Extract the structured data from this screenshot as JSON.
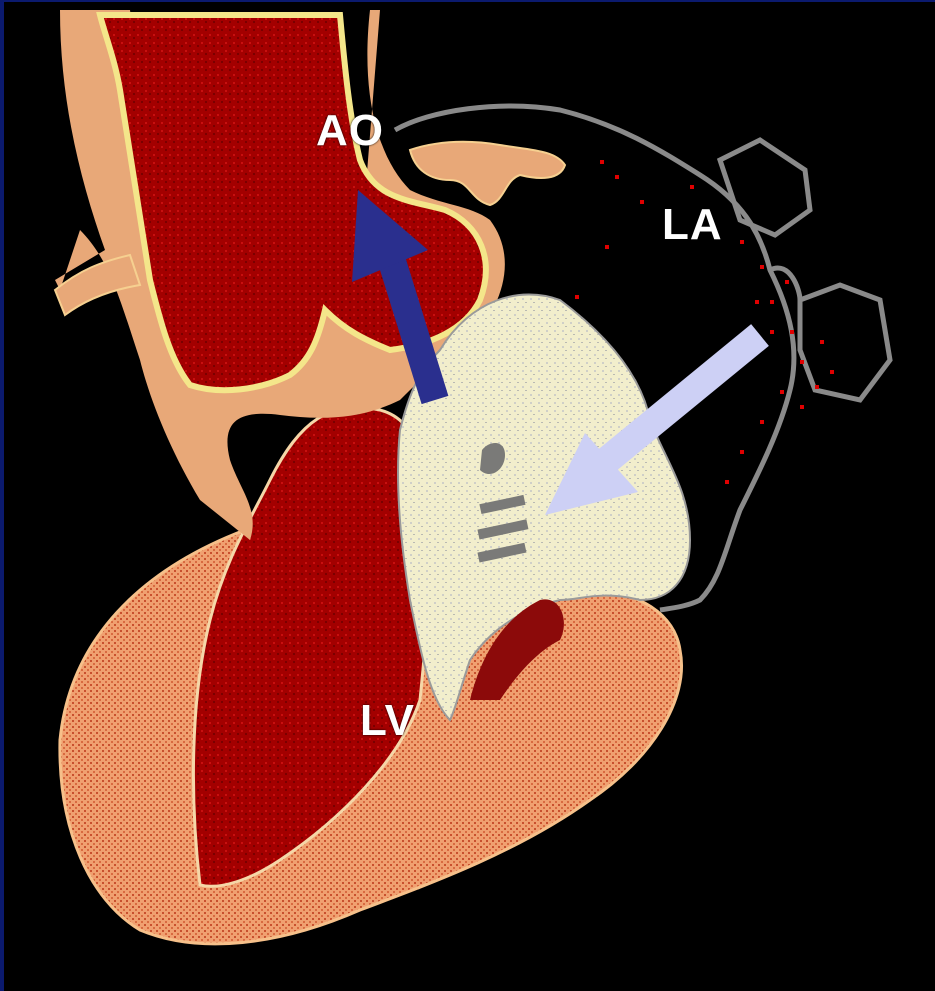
{
  "labels": {
    "ao": "AO",
    "la": "LA",
    "lv": "LV"
  },
  "colors": {
    "background": "#000000",
    "blood": "#a80000",
    "wall": "#f2a070",
    "aortic_rim": "#f6e08a",
    "valve_tissue": "#f3efcc",
    "atrium_outline": "#8a8a8a",
    "outflow_arrow": "#2a2f8e",
    "inflow_arrow": "#cdd0f5"
  }
}
